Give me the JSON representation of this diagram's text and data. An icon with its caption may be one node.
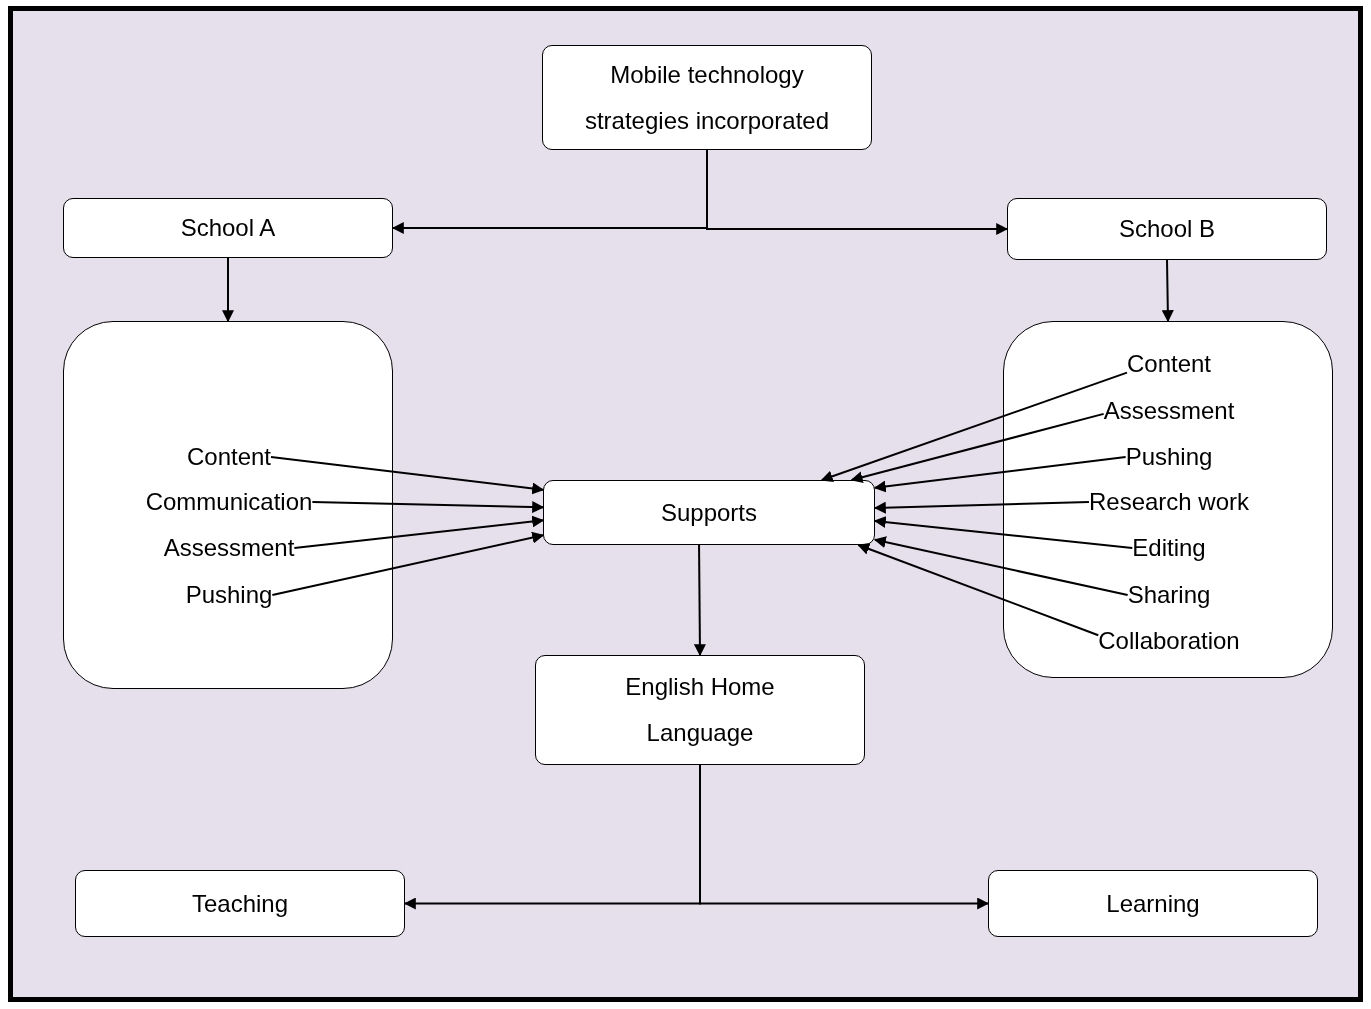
{
  "diagram": {
    "nodes": [
      {
        "text": [
          "Mobile technology strategies incorporated"
        ]
      },
      {
        "text": [
          "School A"
        ]
      },
      {
        "text": [
          "School B"
        ]
      },
      {
        "text": [],
        "shape": "box"
      },
      {
        "text": [
          "Content"
        ],
        "in": 3
      },
      {
        "text": [
          "Communication"
        ],
        "in": 3
      },
      {
        "text": [
          "Assessment"
        ],
        "in": 3
      },
      {
        "text": [
          "Pushing"
        ],
        "in": 3
      },
      {
        "text": [],
        "shape": "box"
      },
      {
        "text": [
          "Content"
        ],
        "in": 8
      },
      {
        "text": [
          "Assessment"
        ],
        "in": 8
      },
      {
        "text": [
          "Pushing"
        ],
        "in": 8
      },
      {
        "text": [
          "Research work"
        ],
        "in": 8
      },
      {
        "text": [
          "Editing"
        ],
        "in": 8
      },
      {
        "text": [
          "Sharing"
        ],
        "in": 8
      },
      {
        "text": [
          "Collaboration"
        ],
        "in": 8
      },
      {
        "text": [
          "Supports"
        ]
      },
      {
        "text": [
          "English Home Language"
        ]
      },
      {
        "text": [
          "Teaching"
        ]
      },
      {
        "text": [
          "Learning"
        ]
      }
    ],
    "edges": [
      {
        "from": 0,
        "to": 1,
        "arrow": "to"
      },
      {
        "from": 0,
        "to": 2,
        "arrow": "to"
      },
      {
        "from": 1,
        "to": 3,
        "arrow": "to"
      },
      {
        "from": 2,
        "to": 8,
        "arrow": "to"
      },
      {
        "from": 4,
        "to": 16,
        "arrow": "to"
      },
      {
        "from": 5,
        "to": 16,
        "arrow": "to"
      },
      {
        "from": 6,
        "to": 16,
        "arrow": "to"
      },
      {
        "from": 7,
        "to": 16,
        "arrow": "to"
      },
      {
        "from": 9,
        "to": 16,
        "arrow": "to"
      },
      {
        "from": 10,
        "to": 16,
        "arrow": "to"
      },
      {
        "from": 11,
        "to": 16,
        "arrow": "to"
      },
      {
        "from": 12,
        "to": 16,
        "arrow": "to"
      },
      {
        "from": 13,
        "to": 16,
        "arrow": "to"
      },
      {
        "from": 14,
        "to": 16,
        "arrow": "to"
      },
      {
        "from": 15,
        "to": 16,
        "arrow": "to"
      },
      {
        "from": 16,
        "to": 17,
        "arrow": "to"
      },
      {
        "from": 17,
        "to": 18,
        "arrow": "to"
      },
      {
        "from": 17,
        "to": 19,
        "arrow": "to"
      }
    ]
  }
}
